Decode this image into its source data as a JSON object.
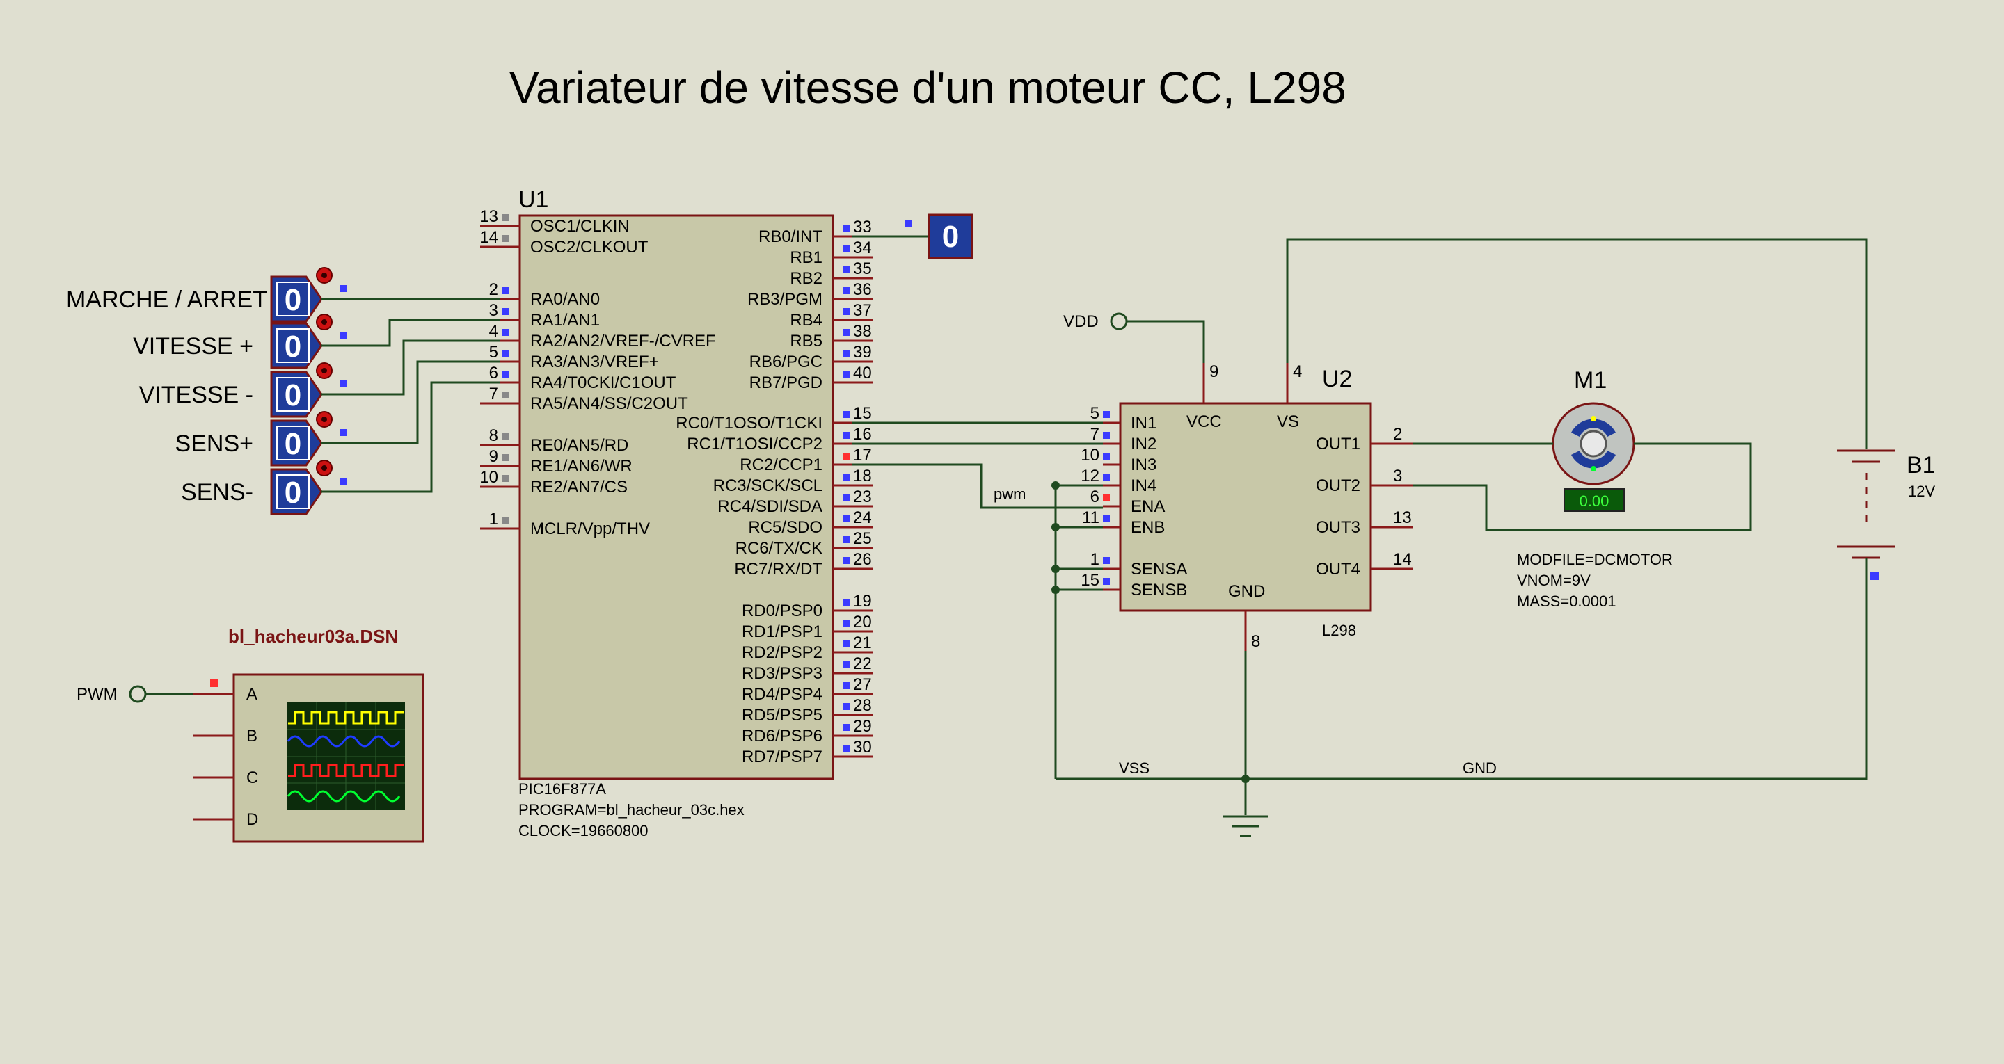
{
  "title": "Variateur de vitesse d'un moteur CC, L298",
  "u1": {
    "ref": "U1",
    "part": "PIC16F877A",
    "program": "PROGRAM=bl_hacheur_03c.hex",
    "clock": "CLOCK=19660800",
    "left_pins": [
      {
        "num": "13",
        "label": "OSC1/CLKIN"
      },
      {
        "num": "14",
        "label": "OSC2/CLKOUT"
      },
      {
        "num": "2",
        "label": "RA0/AN0"
      },
      {
        "num": "3",
        "label": "RA1/AN1"
      },
      {
        "num": "4",
        "label": "RA2/AN2/VREF-/CVREF"
      },
      {
        "num": "5",
        "label": "RA3/AN3/VREF+"
      },
      {
        "num": "6",
        "label": "RA4/T0CKI/C1OUT"
      },
      {
        "num": "7",
        "label": "RA5/AN4/SS/C2OUT"
      },
      {
        "num": "8",
        "label": "RE0/AN5/RD"
      },
      {
        "num": "9",
        "label": "RE1/AN6/WR"
      },
      {
        "num": "10",
        "label": "RE2/AN7/CS"
      },
      {
        "num": "1",
        "label": "MCLR/Vpp/THV"
      }
    ],
    "right_pins": [
      {
        "num": "33",
        "label": "RB0/INT"
      },
      {
        "num": "34",
        "label": "RB1"
      },
      {
        "num": "35",
        "label": "RB2"
      },
      {
        "num": "36",
        "label": "RB3/PGM"
      },
      {
        "num": "37",
        "label": "RB4"
      },
      {
        "num": "38",
        "label": "RB5"
      },
      {
        "num": "39",
        "label": "RB6/PGC"
      },
      {
        "num": "40",
        "label": "RB7/PGD"
      },
      {
        "num": "15",
        "label": "RC0/T1OSO/T1CKI"
      },
      {
        "num": "16",
        "label": "RC1/T1OSI/CCP2"
      },
      {
        "num": "17",
        "label": "RC2/CCP1"
      },
      {
        "num": "18",
        "label": "RC3/SCK/SCL"
      },
      {
        "num": "23",
        "label": "RC4/SDI/SDA"
      },
      {
        "num": "24",
        "label": "RC5/SDO"
      },
      {
        "num": "25",
        "label": "RC6/TX/CK"
      },
      {
        "num": "26",
        "label": "RC7/RX/DT"
      },
      {
        "num": "19",
        "label": "RD0/PSP0"
      },
      {
        "num": "20",
        "label": "RD1/PSP1"
      },
      {
        "num": "21",
        "label": "RD2/PSP2"
      },
      {
        "num": "22",
        "label": "RD3/PSP3"
      },
      {
        "num": "27",
        "label": "RD4/PSP4"
      },
      {
        "num": "28",
        "label": "RD5/PSP5"
      },
      {
        "num": "29",
        "label": "RD6/PSP6"
      },
      {
        "num": "30",
        "label": "RD7/PSP7"
      }
    ]
  },
  "switches": [
    {
      "label": "MARCHE / ARRET",
      "value": "0"
    },
    {
      "label": "VITESSE +",
      "value": "0"
    },
    {
      "label": "VITESSE -",
      "value": "0"
    },
    {
      "label": "SENS+",
      "value": "0"
    },
    {
      "label": "SENS-",
      "value": "0"
    }
  ],
  "probe_value": "0",
  "vdd_label": "VDD",
  "pwm_net": "pwm",
  "u2": {
    "ref": "U2",
    "part": "L298",
    "left_pins": [
      {
        "num": "5",
        "label": "IN1"
      },
      {
        "num": "7",
        "label": "IN2"
      },
      {
        "num": "10",
        "label": "IN3"
      },
      {
        "num": "12",
        "label": "IN4"
      },
      {
        "num": "6",
        "label": "ENA"
      },
      {
        "num": "11",
        "label": "ENB"
      },
      {
        "num": "1",
        "label": "SENSA"
      },
      {
        "num": "15",
        "label": "SENSB"
      }
    ],
    "right_pins": [
      {
        "num": "2",
        "label": "OUT1"
      },
      {
        "num": "3",
        "label": "OUT2"
      },
      {
        "num": "13",
        "label": "OUT3"
      },
      {
        "num": "14",
        "label": "OUT4"
      }
    ],
    "top_pins": [
      {
        "num": "9",
        "label": "VCC"
      },
      {
        "num": "4",
        "label": "VS"
      }
    ],
    "bottom_pin": {
      "num": "8",
      "label": "GND"
    }
  },
  "motor": {
    "ref": "M1",
    "reading": "0.00",
    "props": [
      "MODFILE=DCMOTOR",
      "VNOM=9V",
      "MASS=0.0001"
    ]
  },
  "battery": {
    "ref": "B1",
    "value": "12V"
  },
  "nets": {
    "vss": "VSS",
    "gnd": "GND"
  },
  "scope": {
    "title": "bl_hacheur03a.DSN",
    "channels": [
      "A",
      "B",
      "C",
      "D"
    ],
    "input_label": "PWM",
    "trace_colors": [
      "#ffff00",
      "#1e3cff",
      "#ff1e1e",
      "#00ff30"
    ]
  },
  "colors": {
    "wire": "#1f4a1f",
    "pin": "#8b1a1a",
    "body": "#c8c8a8",
    "switch": "#1f3c9a"
  }
}
